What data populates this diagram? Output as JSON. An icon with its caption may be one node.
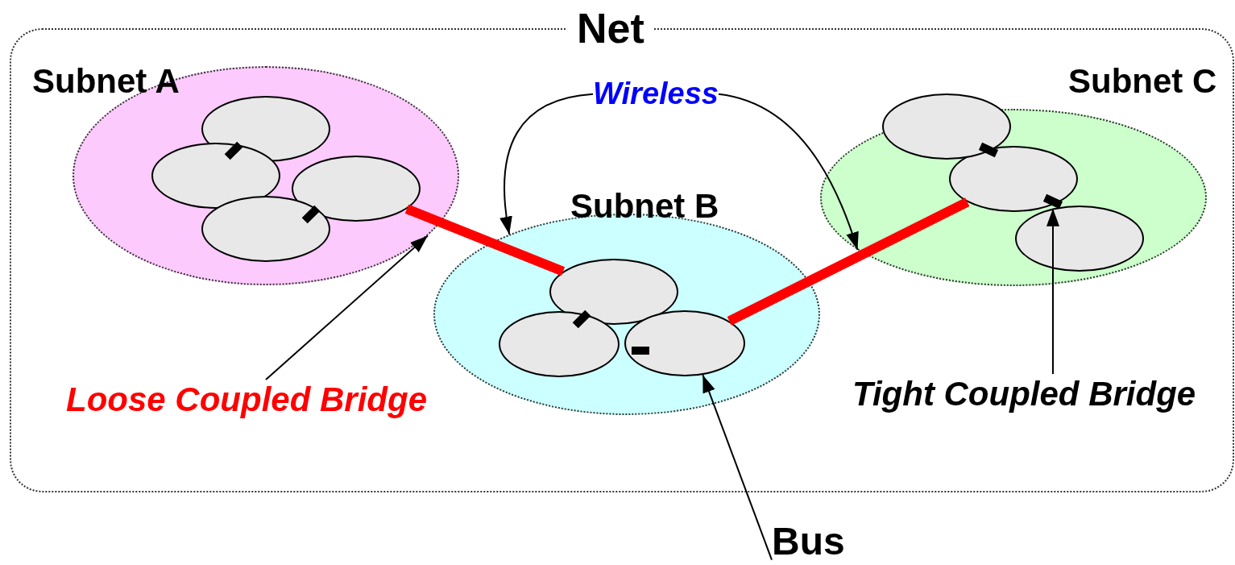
{
  "diagram": {
    "nodes": [
      {
        "text": [
          "Net"
        ]
      },
      {
        "text": [
          "Subnet A"
        ],
        "in": 0
      },
      {
        "text": [],
        "shape": "ellipse",
        "in": 1
      },
      {
        "text": [],
        "shape": "ellipse",
        "in": 1
      },
      {
        "text": [],
        "shape": "ellipse",
        "in": 1
      },
      {
        "text": [],
        "shape": "ellipse",
        "in": 1
      },
      {
        "text": [
          "Subnet B"
        ],
        "in": 0
      },
      {
        "text": [],
        "shape": "ellipse",
        "in": 6
      },
      {
        "text": [],
        "shape": "ellipse",
        "in": 6
      },
      {
        "text": [],
        "shape": "ellipse",
        "in": 6
      },
      {
        "text": [
          "Subnet C"
        ],
        "in": 0
      },
      {
        "text": [],
        "shape": "ellipse",
        "in": 0
      },
      {
        "text": [],
        "shape": "ellipse",
        "in": 10
      },
      {
        "text": [],
        "shape": "ellipse",
        "in": 10
      },
      {
        "text": [
          "Wireless"
        ],
        "in": 0
      },
      {
        "text": [
          "Loose Coupled Bridge"
        ],
        "in": 0
      },
      {
        "text": [
          "Tight Coupled Bridge"
        ],
        "in": 0
      },
      {
        "text": [
          "Bus"
        ]
      }
    ],
    "edges": [
      {
        "from": 4,
        "to": 7,
        "arrow": "none",
        "style": "thick",
        "color": "#ff0000"
      },
      {
        "from": 9,
        "to": 12,
        "arrow": "none",
        "style": "thick",
        "color": "#ff0000"
      },
      {
        "from": 14,
        "to": 6,
        "arrow": "to"
      },
      {
        "from": 14,
        "to": 10,
        "arrow": "to"
      },
      {
        "from": 15,
        "to": 1,
        "arrow": "to"
      },
      {
        "from": 16,
        "to": 13,
        "arrow": "to"
      },
      {
        "from": 17,
        "to": 9,
        "arrow": "to"
      }
    ]
  }
}
